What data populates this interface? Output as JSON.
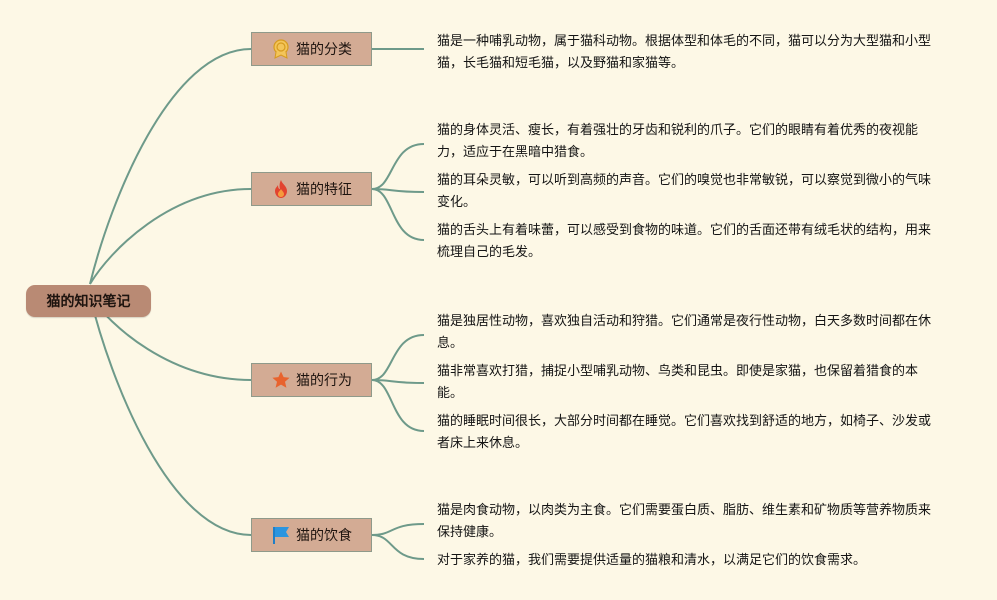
{
  "root": {
    "label": "猫的知识笔记"
  },
  "branches": [
    {
      "label": "猫的分类",
      "icon": "medal-icon",
      "items": [
        "猫是一种哺乳动物，属于猫科动物。根据体型和体毛的不同，猫可以分为大型猫和小型猫，长毛猫和短毛猫，以及野猫和家猫等。"
      ]
    },
    {
      "label": "猫的特征",
      "icon": "fire-icon",
      "items": [
        "猫的身体灵活、瘦长，有着强壮的牙齿和锐利的爪子。它们的眼睛有着优秀的夜视能力，适应于在黑暗中猎食。",
        "猫的耳朵灵敏，可以听到高频的声音。它们的嗅觉也非常敏锐，可以察觉到微小的气味变化。",
        "猫的舌头上有着味蕾，可以感受到食物的味道。它们的舌面还带有绒毛状的结构，用来梳理自己的毛发。"
      ]
    },
    {
      "label": "猫的行为",
      "icon": "star-icon",
      "items": [
        "猫是独居性动物，喜欢独自活动和狩猎。它们通常是夜行性动物，白天多数时间都在休息。",
        "猫非常喜欢打猎，捕捉小型哺乳动物、鸟类和昆虫。即使是家猫，也保留着猎食的本能。",
        "猫的睡眠时间很长，大部分时间都在睡觉。它们喜欢找到舒适的地方，如椅子、沙发或者床上来休息。"
      ]
    },
    {
      "label": "猫的饮食",
      "icon": "flag-icon",
      "items": [
        "猫是肉食动物，以肉类为主食。它们需要蛋白质、脂肪、维生素和矿物质等营养物质来保持健康。",
        "对于家养的猫，我们需要提供适量的猫粮和清水，以满足它们的饮食需求。"
      ]
    }
  ],
  "colors": {
    "background": "#fdf8e6",
    "connector": "#6e9a8a",
    "root_fill": "#b98a74",
    "branch_fill": "#d3ab94"
  }
}
